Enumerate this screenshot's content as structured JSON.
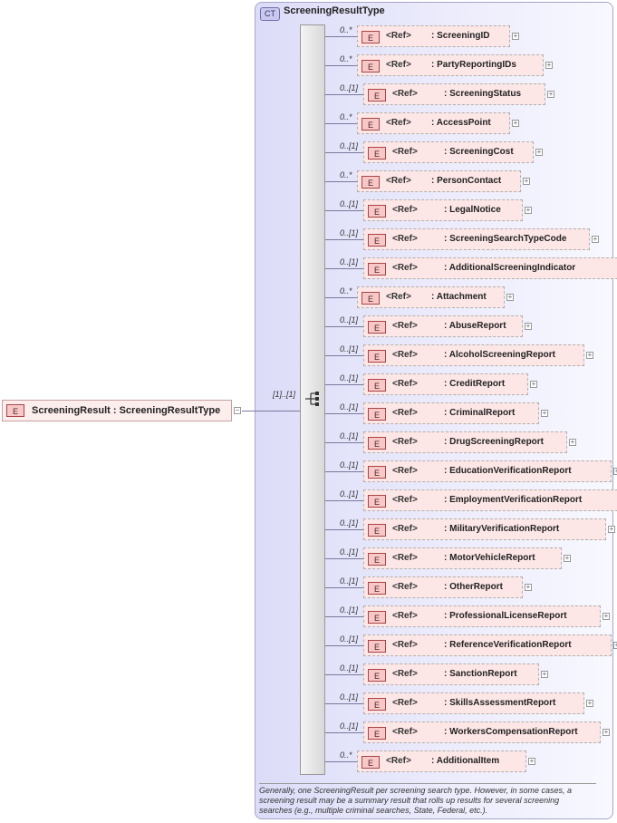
{
  "complex_type": {
    "badge": "CT",
    "name": "ScreeningResultType"
  },
  "root": {
    "badge": "E",
    "label": "ScreeningResult : ScreeningResultType",
    "cardinality": "[1]..[1]"
  },
  "sequence": {
    "icon": "sequence-compositor-icon"
  },
  "children": [
    {
      "card": "0..*",
      "ref": "<Ref>",
      "name": ": ScreeningID"
    },
    {
      "card": "0..*",
      "ref": "<Ref>",
      "name": ": PartyReportingIDs"
    },
    {
      "card": "0..[1]",
      "ref": "<Ref>",
      "name": ": ScreeningStatus"
    },
    {
      "card": "0..*",
      "ref": "<Ref>",
      "name": ": AccessPoint"
    },
    {
      "card": "0..[1]",
      "ref": "<Ref>",
      "name": ": ScreeningCost"
    },
    {
      "card": "0..*",
      "ref": "<Ref>",
      "name": ": PersonContact"
    },
    {
      "card": "0..[1]",
      "ref": "<Ref>",
      "name": ": LegalNotice"
    },
    {
      "card": "0..[1]",
      "ref": "<Ref>",
      "name": ": ScreeningSearchTypeCode"
    },
    {
      "card": "0..[1]",
      "ref": "<Ref>",
      "name": ": AdditionalScreeningIndicator"
    },
    {
      "card": "0..*",
      "ref": "<Ref>",
      "name": ": Attachment"
    },
    {
      "card": "0..[1]",
      "ref": "<Ref>",
      "name": ": AbuseReport"
    },
    {
      "card": "0..[1]",
      "ref": "<Ref>",
      "name": ": AlcoholScreeningReport"
    },
    {
      "card": "0..[1]",
      "ref": "<Ref>",
      "name": ": CreditReport"
    },
    {
      "card": "0..[1]",
      "ref": "<Ref>",
      "name": ": CriminalReport"
    },
    {
      "card": "0..[1]",
      "ref": "<Ref>",
      "name": ": DrugScreeningReport"
    },
    {
      "card": "0..[1]",
      "ref": "<Ref>",
      "name": ": EducationVerificationReport"
    },
    {
      "card": "0..[1]",
      "ref": "<Ref>",
      "name": ": EmploymentVerificationReport"
    },
    {
      "card": "0..[1]",
      "ref": "<Ref>",
      "name": ": MilitaryVerificationReport"
    },
    {
      "card": "0..[1]",
      "ref": "<Ref>",
      "name": ": MotorVehicleReport"
    },
    {
      "card": "0..[1]",
      "ref": "<Ref>",
      "name": ": OtherReport"
    },
    {
      "card": "0..[1]",
      "ref": "<Ref>",
      "name": ": ProfessionalLicenseReport"
    },
    {
      "card": "0..[1]",
      "ref": "<Ref>",
      "name": ": ReferenceVerificationReport"
    },
    {
      "card": "0..[1]",
      "ref": "<Ref>",
      "name": ": SanctionReport"
    },
    {
      "card": "0..[1]",
      "ref": "<Ref>",
      "name": ": SkillsAssessmentReport"
    },
    {
      "card": "0..[1]",
      "ref": "<Ref>",
      "name": ": WorkersCompensationReport"
    },
    {
      "card": "0..*",
      "ref": "<Ref>",
      "name": ": AdditionalItem"
    }
  ],
  "element_badge": "E",
  "description": "Generally, one ScreeningResult per screening search type. However, in some cases, a screening result may be a summary result that rolls up results for several screening searches (e.g., multiple criminal searches, State, Federal, etc.)."
}
